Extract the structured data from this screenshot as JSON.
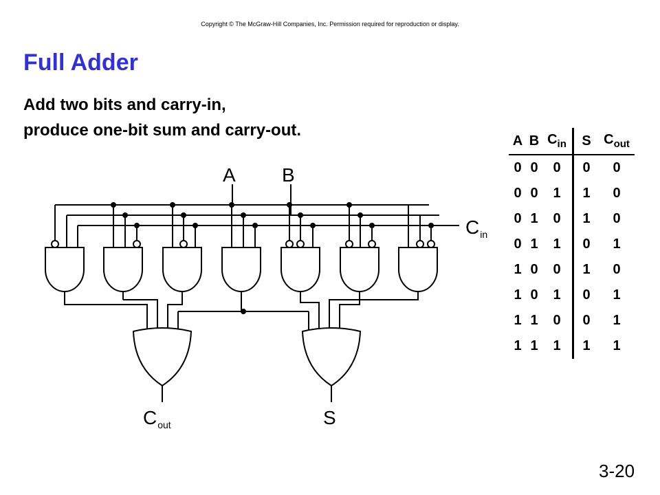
{
  "copyright": "Copyright © The McGraw-Hill Companies, Inc. Permission required for reproduction or display.",
  "title": "Full Adder",
  "subtitle": {
    "line1": "Add two bits and carry-in,",
    "line2": "produce one-bit sum and carry-out."
  },
  "page_number": "3-20",
  "circuit": {
    "input_a": "A",
    "input_b": "B",
    "input_cin_main": "C",
    "input_cin_sub": "in",
    "output_cout_main": "C",
    "output_cout_sub": "out",
    "output_s": "S"
  },
  "truth_table": {
    "headers": [
      {
        "main": "A",
        "sub": ""
      },
      {
        "main": "B",
        "sub": ""
      },
      {
        "main": "C",
        "sub": "in"
      },
      {
        "main": "S",
        "sub": ""
      },
      {
        "main": "C",
        "sub": "out"
      }
    ],
    "rows": [
      [
        "0",
        "0",
        "0",
        "0",
        "0"
      ],
      [
        "0",
        "0",
        "1",
        "1",
        "0"
      ],
      [
        "0",
        "1",
        "0",
        "1",
        "0"
      ],
      [
        "0",
        "1",
        "1",
        "0",
        "1"
      ],
      [
        "1",
        "0",
        "0",
        "1",
        "0"
      ],
      [
        "1",
        "0",
        "1",
        "0",
        "1"
      ],
      [
        "1",
        "1",
        "0",
        "0",
        "1"
      ],
      [
        "1",
        "1",
        "1",
        "1",
        "1"
      ]
    ]
  }
}
